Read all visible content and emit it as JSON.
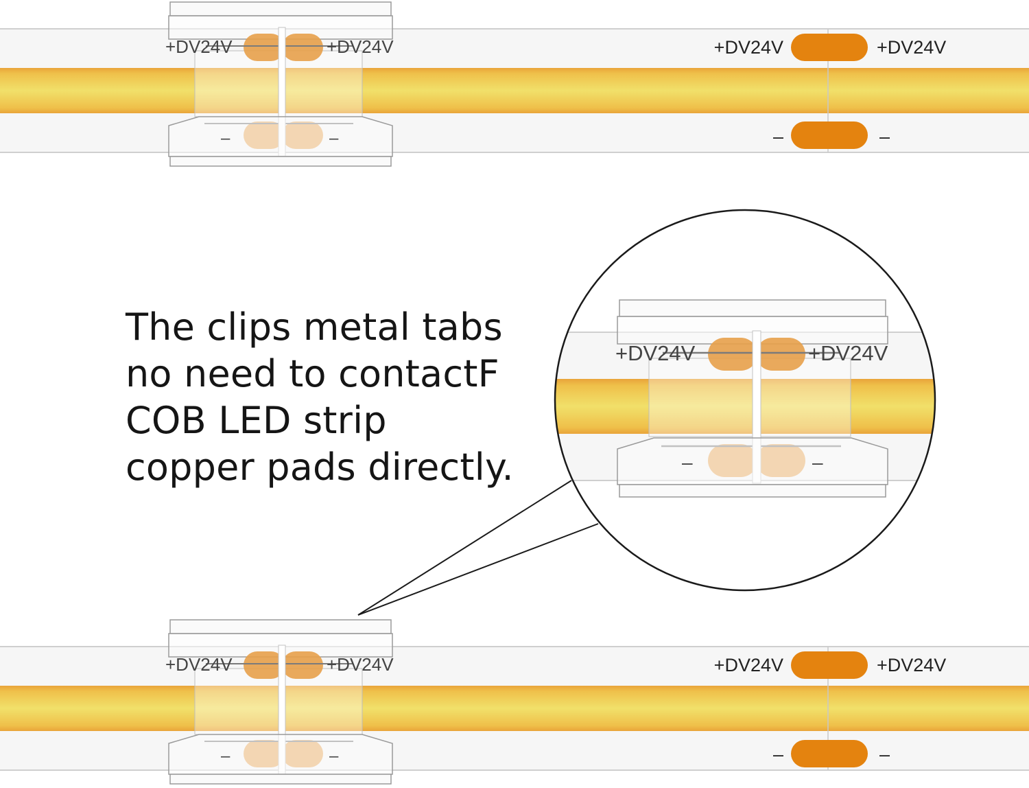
{
  "caption": {
    "lines": [
      "The clips metal tabs",
      "no need to contactF",
      "COB LED strip",
      "copper pads directly."
    ]
  },
  "labels": {
    "positive": "+DV24V",
    "negative": "–"
  },
  "colors": {
    "pad": "#e4830f",
    "pad_under_clip": "#e7a04a",
    "led_center": "#f1e06a",
    "led_edge": "#e9ad3a",
    "strip_body": "#f6f6f6",
    "strip_border": "#c9c9c9",
    "line": "#1a1a1a",
    "text": "#151515"
  }
}
